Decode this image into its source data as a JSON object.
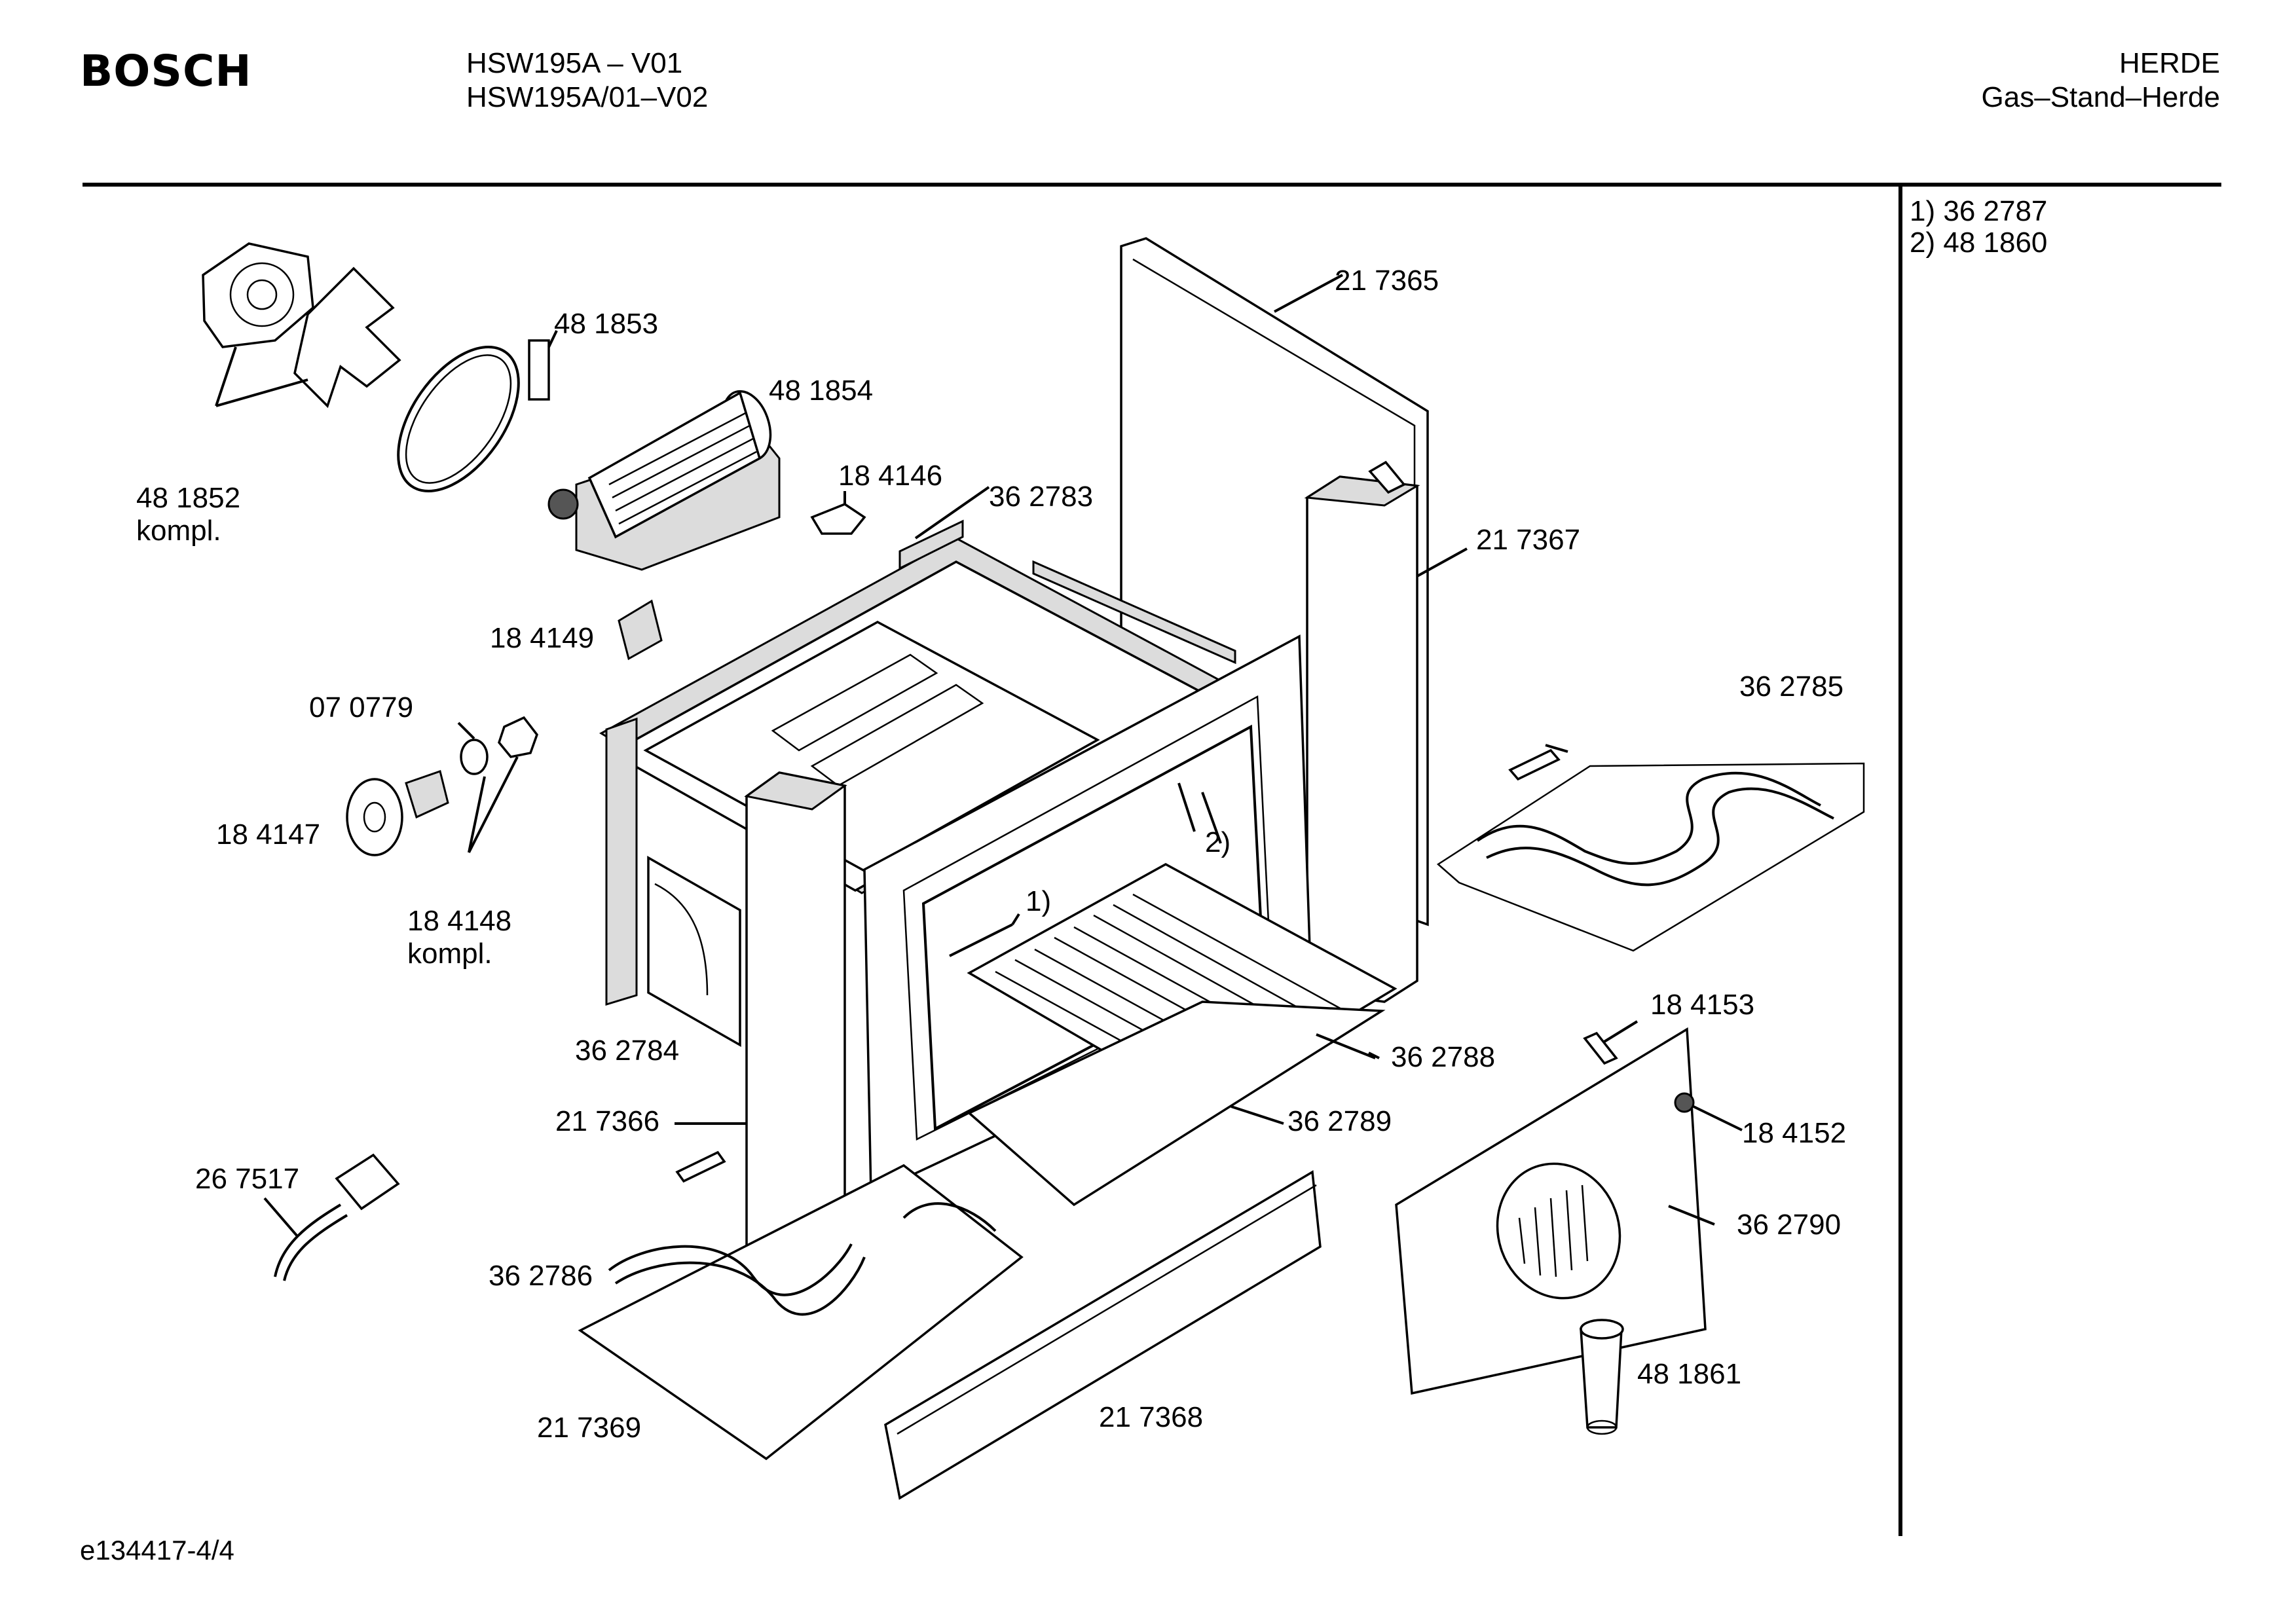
{
  "header": {
    "brand": "BOSCH",
    "model_line_1": "HSW195A – V01",
    "model_line_2": "HSW195A/01–V02",
    "category": "HERDE",
    "subcategory": "Gas–Stand–Herde"
  },
  "notes": [
    "1)  36 2787",
    "2)  48 1860"
  ],
  "callouts": {
    "c217365": "21 7365",
    "c481853": "48 1853",
    "c481854": "48 1854",
    "c481852": "48 1852",
    "c481852b": "kompl.",
    "c184146": "18 4146",
    "c362783": "36 2783",
    "c217367": "21 7367",
    "c184149": "18 4149",
    "c362785": "36 2785",
    "c070779": "07 0779",
    "c2": "2)",
    "c184147": "18 4147",
    "c1": "1)",
    "c184148": "18 4148",
    "c184148b": "kompl.",
    "c184153": "18 4153",
    "c362784": "36 2784",
    "c362788": "36 2788",
    "c217366": "21 7366",
    "c184152": "18 4152",
    "c362789": "36 2789",
    "c267517": "26 7517",
    "c362790": "36 2790",
    "c362786": "36 2786",
    "c481861": "48 1861",
    "c217368": "21 7368",
    "c217369": "21 7369"
  },
  "footer": {
    "drawing_id": "e134417-4/4"
  }
}
